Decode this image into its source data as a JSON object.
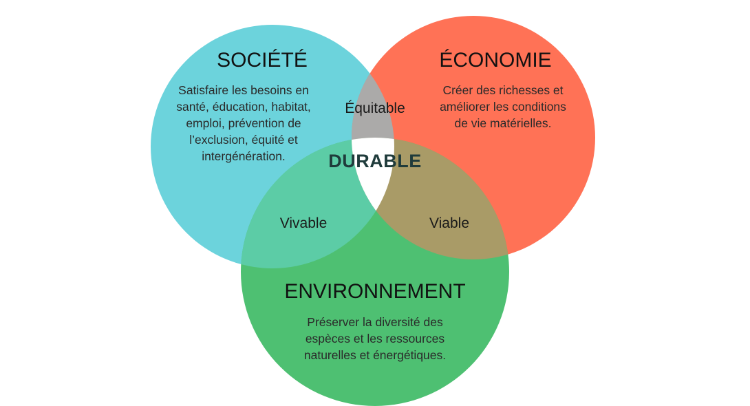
{
  "colors": {
    "societe": "#6cd3dc",
    "economie": "#ff7256",
    "environnement": "#4ec072",
    "equitable": "#abaaa9",
    "vivable": "#5ccca6",
    "viable": "#a99b67",
    "durable": "#ffffff"
  },
  "circles": {
    "societe": {
      "title": "SOCIÉTÉ",
      "lines": [
        "Satisfaire les besoins en",
        "santé, éducation, habitat,",
        "emploi, prévention de",
        "l’exclusion, équité et",
        "intergénération."
      ]
    },
    "economie": {
      "title": "ÉCONOMIE",
      "lines": [
        "Créer des richesses et",
        "améliorer les conditions",
        "de vie matérielles."
      ]
    },
    "environnement": {
      "title": "ENVIRONNEMENT",
      "lines": [
        "Préserver la diversité des",
        "espèces et les ressources",
        "naturelles et énergétiques."
      ]
    }
  },
  "overlaps": {
    "equitable": "Équitable",
    "vivable": "Vivable",
    "viable": "Viable",
    "durable": "DURABLE"
  }
}
